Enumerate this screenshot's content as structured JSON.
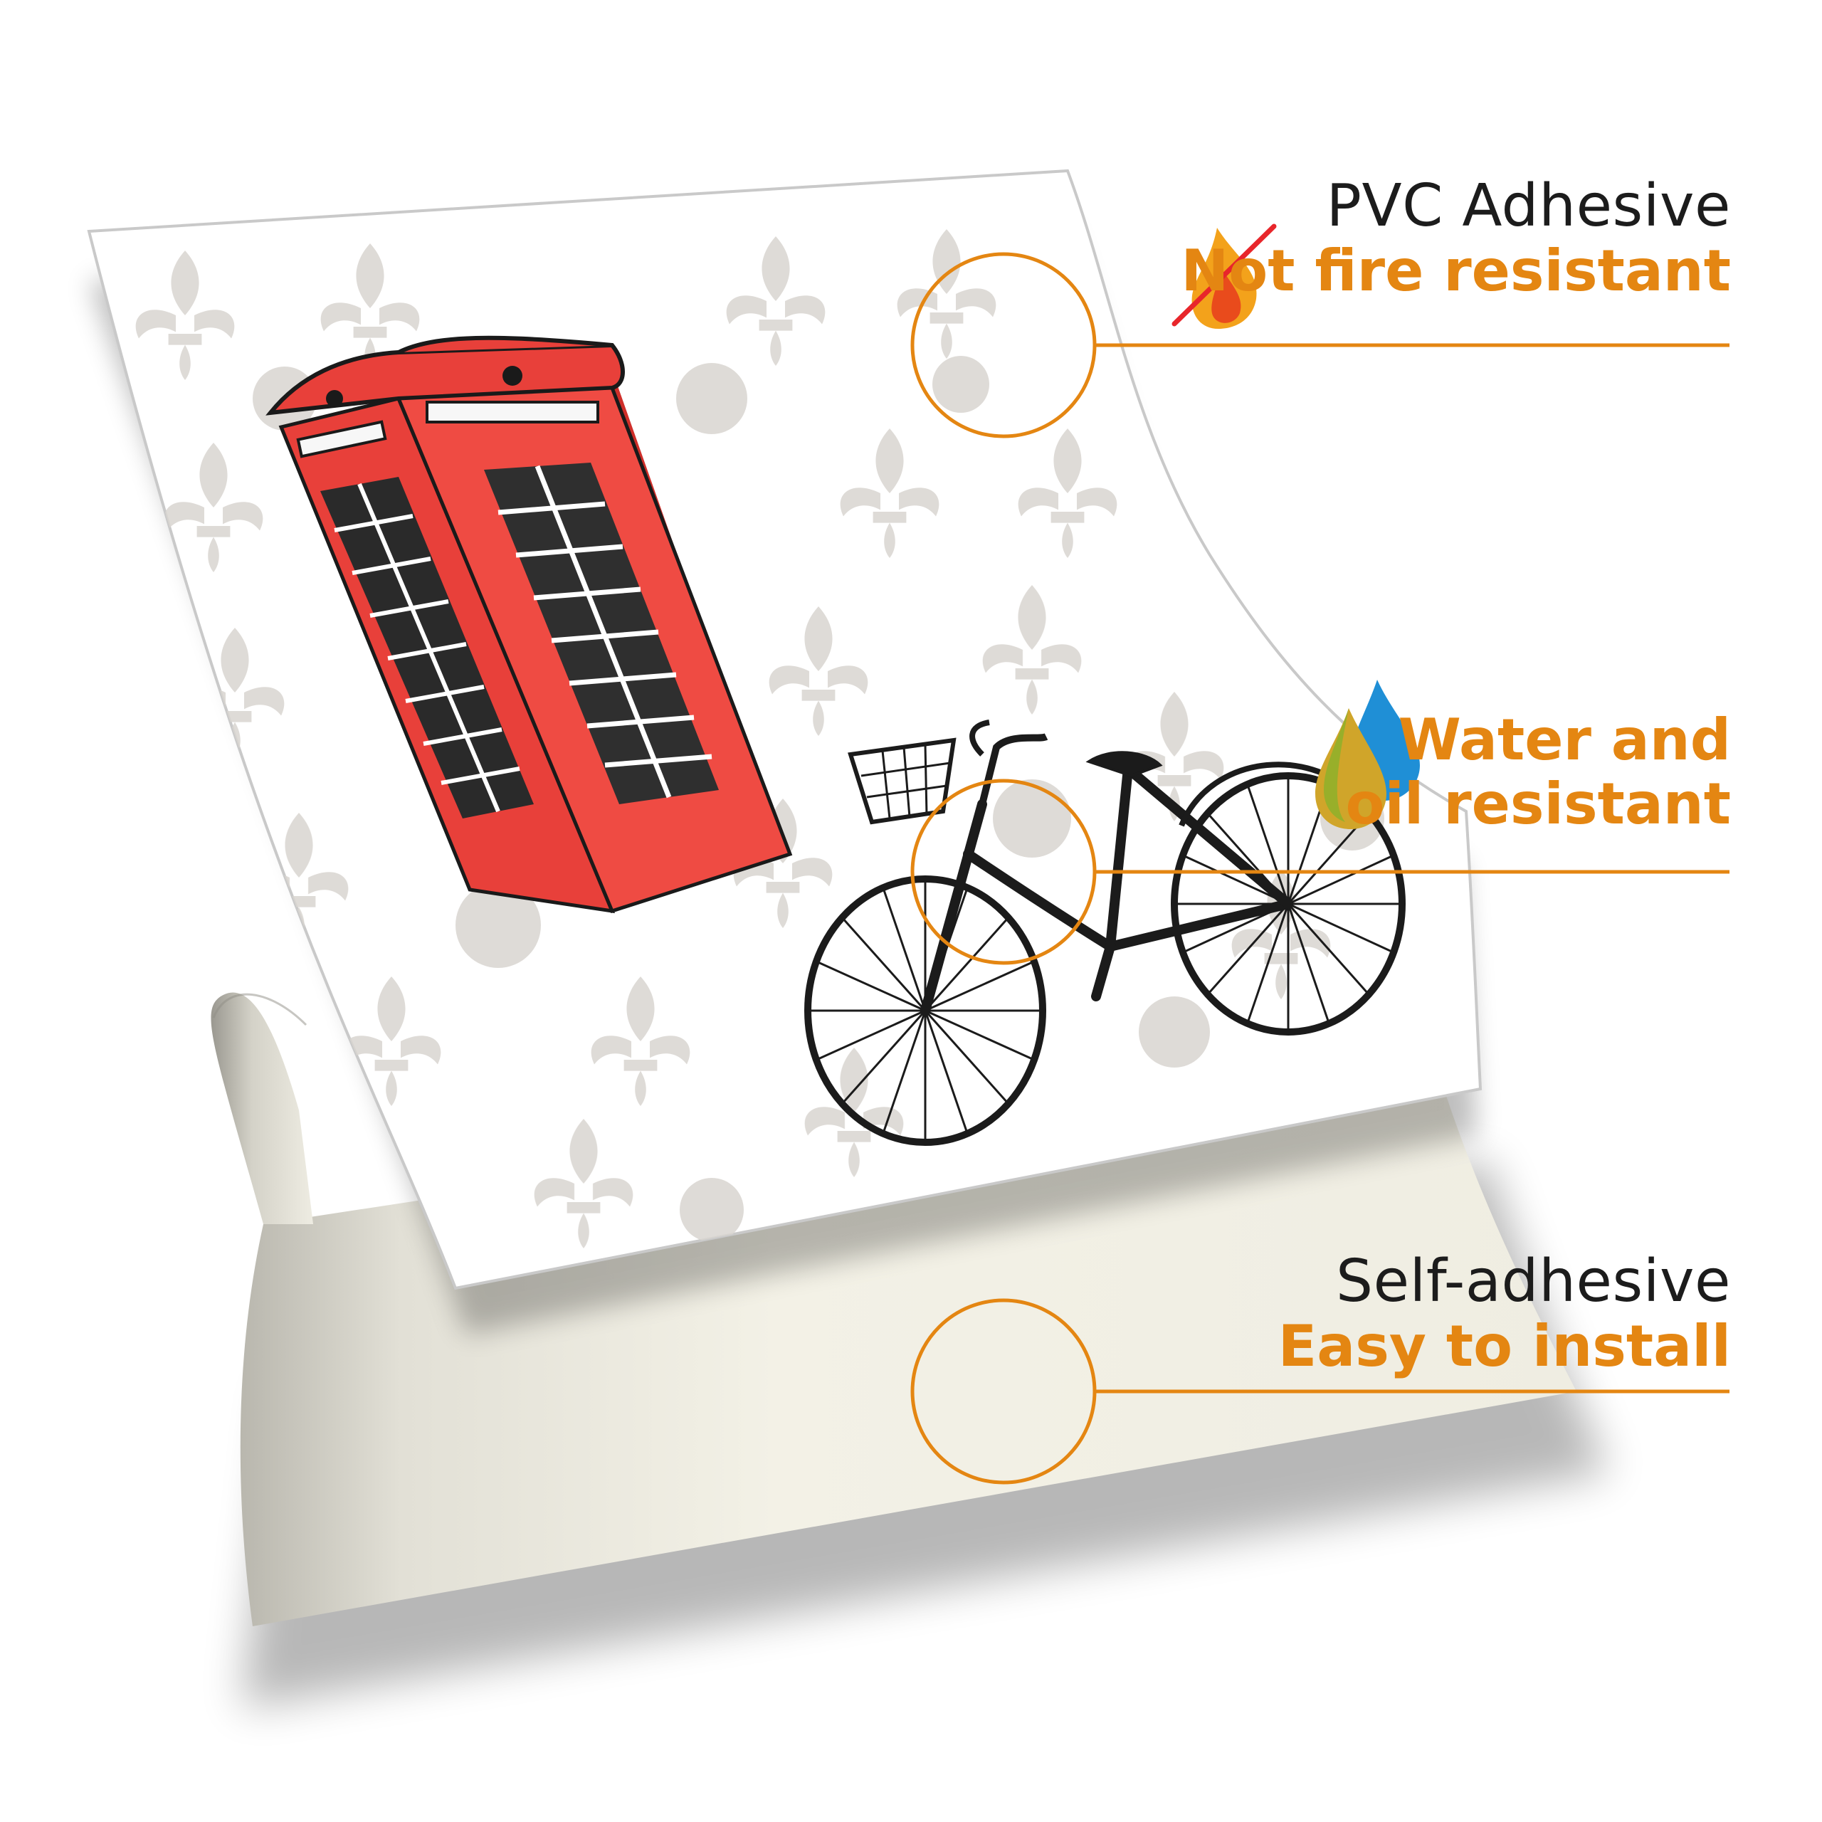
{
  "colors": {
    "accent": "#e48612",
    "text_dark": "#1c1c1c",
    "phone_box_red": "#e8403a",
    "backing_paper": "#f1efe4",
    "pattern_grey": "#d8d4cf"
  },
  "features": [
    {
      "line1": "PVC Adhesive",
      "line2": "Not fire resistant",
      "icon": "no-fire-icon"
    },
    {
      "line1": "",
      "line2": "Water and",
      "line3": "oil resistant",
      "icon": "water-oil-drops-icon"
    },
    {
      "line1": "Self-adhesive",
      "line2": "Easy to install",
      "icon": ""
    }
  ]
}
